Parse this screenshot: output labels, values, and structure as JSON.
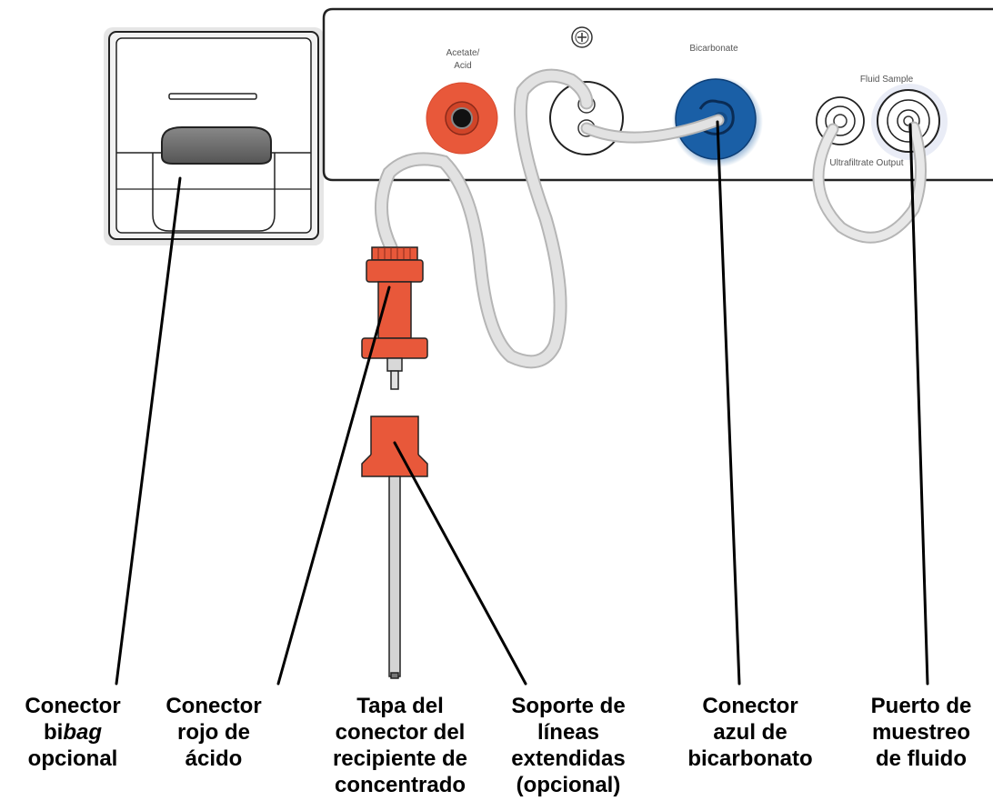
{
  "panel_labels": {
    "acetate_line1": "Acetate/",
    "acetate_line2": "Acid",
    "bicarbonate": "Bicarbonate",
    "fluid_sample": "Fluid Sample",
    "ultrafiltrate_output": "Ultrafiltrate Output"
  },
  "callouts": [
    {
      "id": "bibag",
      "lines": [
        "Conector",
        "bibag",
        "opcional"
      ]
    },
    {
      "id": "acid",
      "lines": [
        "Conector",
        "rojo de",
        "ácido"
      ]
    },
    {
      "id": "cap",
      "lines": [
        "Tapa del",
        "conector del",
        "recipiente de",
        "concentrado"
      ]
    },
    {
      "id": "support",
      "lines": [
        "Soporte de",
        "líneas",
        "extendidas",
        "(opcional)"
      ]
    },
    {
      "id": "bicarb",
      "lines": [
        "Conector",
        "azul de",
        "bicarbonato"
      ]
    },
    {
      "id": "sample",
      "lines": [
        "Puerto de",
        "muestreo",
        "de fluido"
      ]
    }
  ],
  "colors": {
    "acid_red": "#e8583a",
    "bicarb_blue": "#1a5fa6",
    "tube": "#dcdcdc",
    "outline": "#222222"
  }
}
